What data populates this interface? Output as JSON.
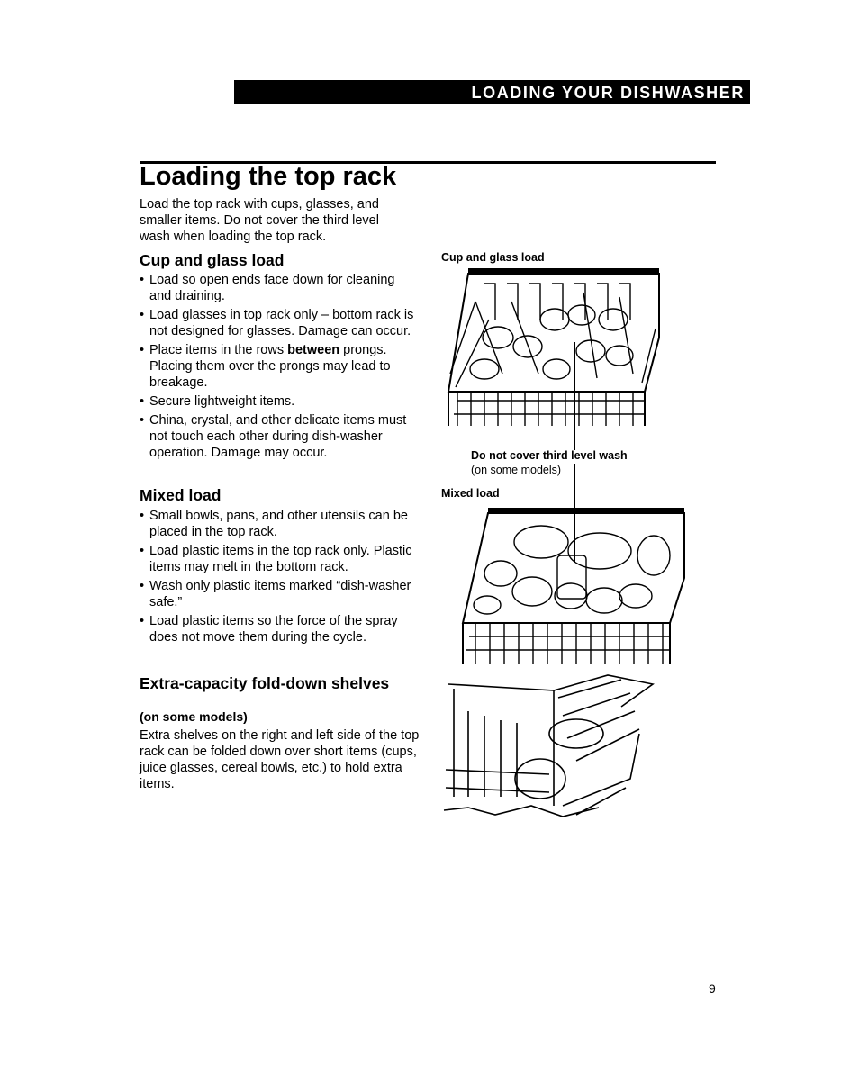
{
  "header": {
    "section_title": "LOADING YOUR DISHWASHER"
  },
  "title": "Loading the top rack",
  "intro": "Load the top rack with cups, glasses, and smaller items. Do not cover the third level wash when loading the top rack.",
  "cup_glass": {
    "heading": "Cup and glass load",
    "bullets": [
      "Load so open ends face down for cleaning and draining.",
      "Load glasses in top rack only – bottom rack is not designed for glasses. Damage can occur.",
      "Place items in the rows between prongs. Placing them over the prongs may lead to breakage.",
      "Secure lightweight items.",
      "China, crystal, and other delicate items must not touch each other during dish-washer operation. Damage may occur."
    ]
  },
  "mixed": {
    "heading": "Mixed load",
    "bullets": [
      "Small bowls, pans, and other utensils can be placed in the top rack.",
      "Load plastic items in the top rack only. Plastic items may melt in the bottom rack.",
      "Wash only plastic items marked “dish-washer safe.”",
      "Load plastic items so the force of the spray does not move them during the cycle."
    ]
  },
  "extra": {
    "heading": "Extra-capacity fold-down shelves",
    "subheading": "(on some models)",
    "text": "Extra shelves on the right and left side of the top rack can be folded down over short items (cups, juice glasses, cereal bowls, etc.) to hold extra items."
  },
  "figures": {
    "cup_caption": "Cup and glass load",
    "third_caption": "Do not cover third level wash",
    "third_sub": "(on some models)",
    "mixed_caption": "Mixed load"
  },
  "page_number": "9"
}
